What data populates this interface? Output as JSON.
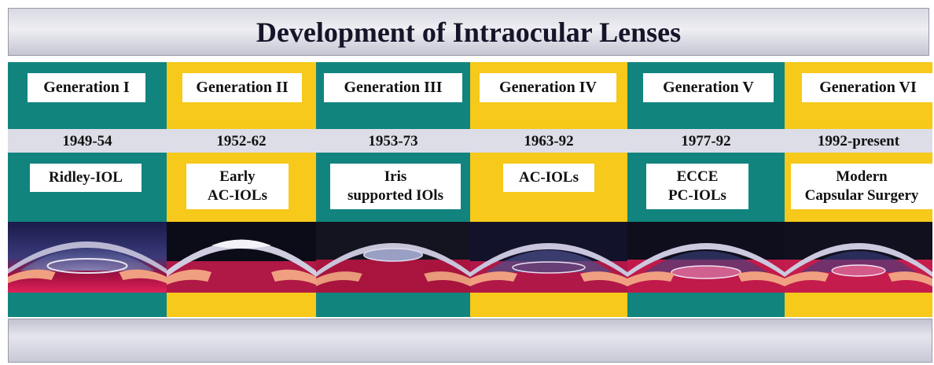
{
  "title": "Development of Intraocular Lenses",
  "generations": [
    {
      "label": "Generation I",
      "years": "1949-54",
      "lines": [
        "Ridley-IOL"
      ],
      "color": "#12847e"
    },
    {
      "label": "Generation II",
      "years": "1952-62",
      "lines": [
        "Early",
        "AC-IOLs"
      ],
      "color": "#f6c91a"
    },
    {
      "label": "Generation III",
      "years": "1953-73",
      "lines": [
        "Iris",
        "supported IOls"
      ],
      "color": "#12847e"
    },
    {
      "label": "Generation IV",
      "years": "1963-92",
      "lines": [
        "AC-IOLs"
      ],
      "color": "#f6c91a"
    },
    {
      "label": "Generation V",
      "years": "1977-92",
      "lines": [
        "ECCE",
        "PC-IOLs"
      ],
      "color": "#12847e"
    },
    {
      "label": "Generation VI",
      "years": "1992-present",
      "lines": [
        "Modern",
        "Capsular Surgery"
      ],
      "color": "#f6c91a"
    }
  ]
}
